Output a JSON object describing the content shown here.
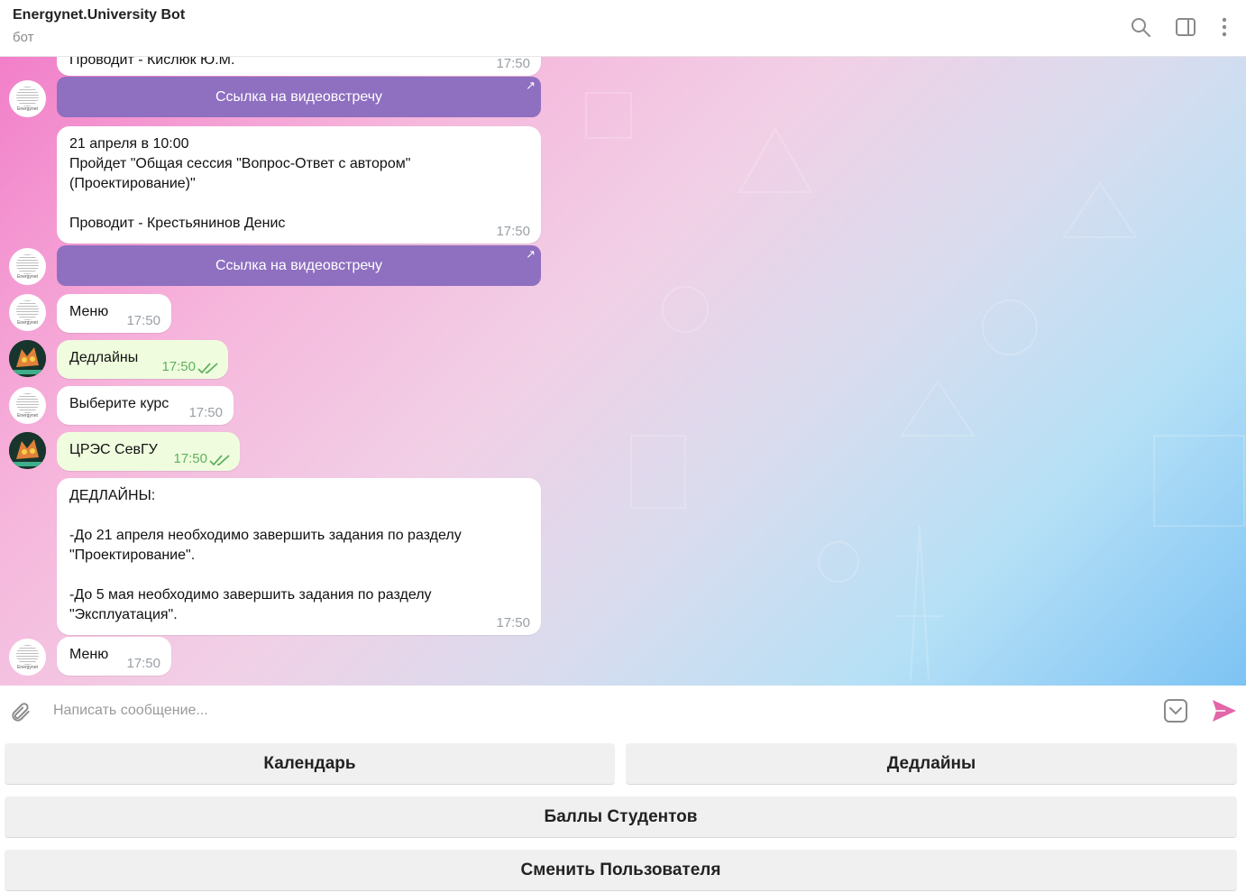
{
  "header": {
    "title": "Energynet.University Bot",
    "subtitle": "бот",
    "icons": [
      "search-icon",
      "sidebar-toggle-icon",
      "more-vertical-icon"
    ]
  },
  "messages": [
    {
      "text": "Проводит - Кислюк Ю.М.",
      "time": "17:50",
      "outgoing": false
    },
    {
      "button": "Ссылка на видеовстречу",
      "arrow": "↗"
    },
    {
      "text": "21 апреля в 10:00\nПройдет \"Общая сессия \"Вопрос-Ответ с автором\"\n(Проектирование)\"\n\nПроводит - Крестьянинов Денис",
      "time": "17:50",
      "outgoing": false
    },
    {
      "button": "Ссылка на видеовстречу",
      "arrow": "↗"
    },
    {
      "text": "Меню",
      "time": "17:50",
      "outgoing": false
    },
    {
      "text": "Дедлайны",
      "time": "17:50",
      "outgoing": true
    },
    {
      "text": "Выберите курс",
      "time": "17:50",
      "outgoing": false
    },
    {
      "text": "ЦРЭС СевГУ",
      "time": "17:50",
      "outgoing": true
    },
    {
      "text": "ДЕДЛАЙНЫ:\n\n-До 21 апреля необходимо завершить задания по разделу\n\"Проектирование\".\n\n-До 5 мая необходимо завершить задания по разделу\n\"Эксплуатация\".",
      "time": "17:50",
      "outgoing": false
    },
    {
      "text": "Меню",
      "time": "17:50",
      "outgoing": false
    }
  ],
  "bot_avatar_label": "Energynet",
  "composer": {
    "placeholder": "Написать сообщение..."
  },
  "keyboard": {
    "row1": [
      "Календарь",
      "Дедлайны"
    ],
    "row2": "Баллы Студентов",
    "row3": "Сменить Пользователя"
  },
  "colors": {
    "accent_send": "#e266a8",
    "inline_button": "#8e6fc0",
    "outgoing_bubble": "#effdde",
    "read_ticks": "#5fb15e"
  }
}
